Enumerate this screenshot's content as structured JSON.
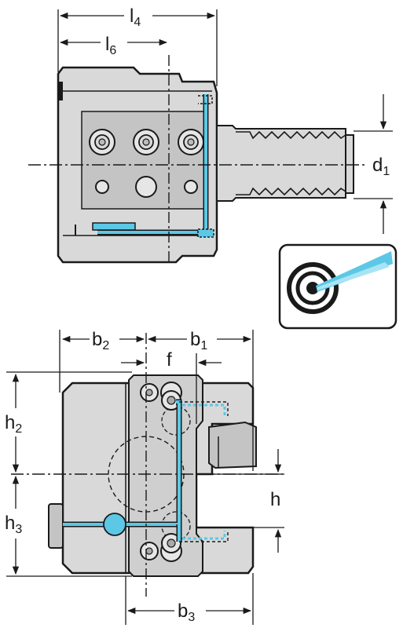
{
  "labels": {
    "l4": {
      "main": "l",
      "sub": "4"
    },
    "l6": {
      "main": "l",
      "sub": "6"
    },
    "d1": {
      "main": "d",
      "sub": "1"
    },
    "b2": {
      "main": "b",
      "sub": "2"
    },
    "b1": {
      "main": "b",
      "sub": "1"
    },
    "f": {
      "main": "f"
    },
    "h2": {
      "main": "h",
      "sub": "2"
    },
    "h3": {
      "main": "h",
      "sub": "3"
    },
    "h": {
      "main": "h"
    },
    "b3": {
      "main": "b",
      "sub": "3"
    }
  },
  "colors": {
    "body": "#d9d9d9",
    "outline": "#1a1a1a",
    "coolant": "#5cc8e6",
    "coolant_dark": "#1f6f8b"
  },
  "icons": [
    "coolant-symbol-icon"
  ]
}
